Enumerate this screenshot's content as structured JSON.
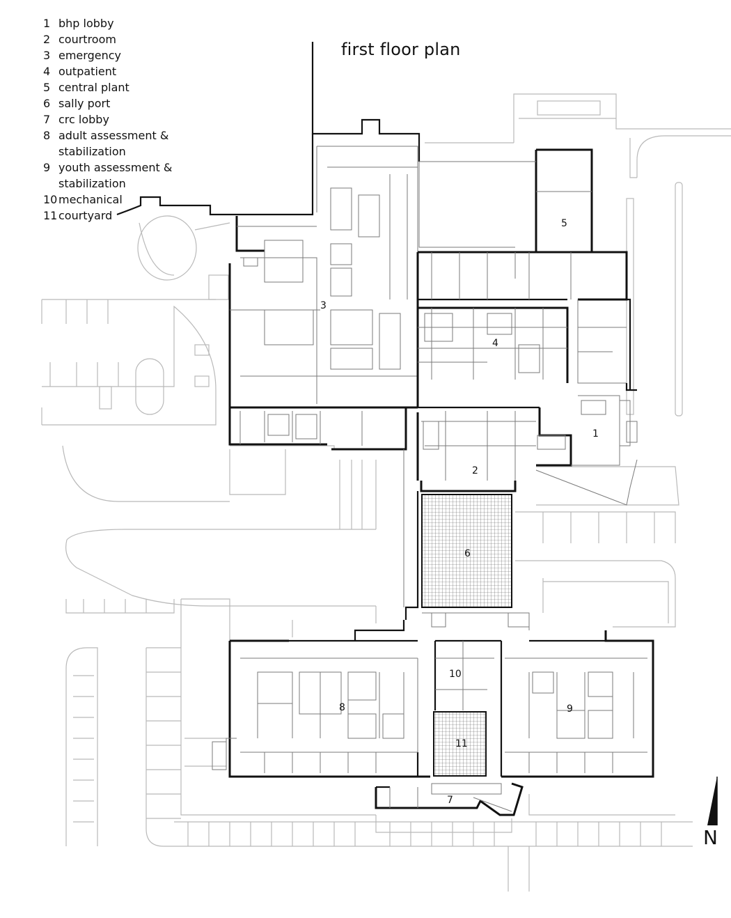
{
  "title": "first floor plan",
  "legend": [
    {
      "num": "1",
      "text": "bhp lobby"
    },
    {
      "num": "2",
      "text": "courtroom"
    },
    {
      "num": "3",
      "text": "emergency"
    },
    {
      "num": "4",
      "text": "outpatient"
    },
    {
      "num": "5",
      "text": "central plant"
    },
    {
      "num": "6",
      "text": "sally port"
    },
    {
      "num": "7",
      "text": "crc lobby"
    },
    {
      "num": "8",
      "text": "adult assessment &",
      "cont": "stabilization"
    },
    {
      "num": "9",
      "text": "youth assessment &",
      "cont": "stabilization"
    },
    {
      "num": "10",
      "text": "mechanical"
    },
    {
      "num": "11",
      "text": "courtyard"
    }
  ],
  "room_labels": [
    "1",
    "2",
    "3",
    "4",
    "5",
    "6",
    "7",
    "8",
    "9",
    "10",
    "11"
  ],
  "north": "N",
  "colors": {
    "wall": "#111111",
    "site": "#b9b9b9",
    "interior": "#7a7a7a",
    "hatch": "#555555"
  }
}
